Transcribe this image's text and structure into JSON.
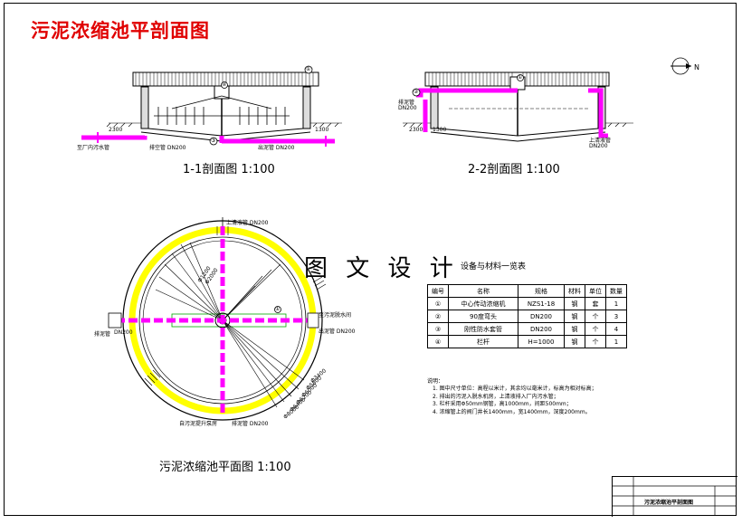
{
  "title": "污泥浓缩池平剖面图",
  "watermark": "图 文 设 计",
  "north_symbol": "N",
  "sections": {
    "s11": {
      "caption": "1-1剖面图 1:100",
      "labels": {
        "left_pipe": "至厂内污水管",
        "drain": "排空管 DN200",
        "outlet": "出泥管 DN200",
        "callout_1": "①",
        "callout_4": "④",
        "callout_3": "③",
        "elev_left": "2300",
        "elev_right": "1300"
      }
    },
    "s22": {
      "caption": "2-2剖面图 1:100",
      "labels": {
        "drain": "排泥管",
        "drain_dn": "DN200",
        "supernatant": "上清液管",
        "supernatant_dn": "DN200",
        "callout_2": "②",
        "callout_1": "①",
        "elev_left": "2300",
        "elev_mid": "1300"
      }
    }
  },
  "plan": {
    "caption": "污泥浓缩池平面图 1:100",
    "labels": {
      "top_pipe": "上清液管 DN200",
      "left_pipe": "排泥管",
      "left_dn": "DN200",
      "right_pipe": "至污泥脱水间",
      "right_dn": "出泥管 DN200",
      "bottom_pipe": "自污泥提升泵房",
      "bottom_dn": "排泥管 DN200",
      "callout_1": "①",
      "dia_1": "Φ1200",
      "dia_2": "Φ2000",
      "dia_3": "Φ3400",
      "dia_4": "Φ5800",
      "dia_5": "Φ6000",
      "dia_6": "Φ6200",
      "dia_7": "Φ6400",
      "dia_8": "Φ8000"
    }
  },
  "equipment": {
    "title": "设备与材料一览表",
    "headers": [
      "编号",
      "名称",
      "规格",
      "材料",
      "单位",
      "数量"
    ],
    "rows": [
      [
        "①",
        "中心传动浓缩机",
        "NZS1-18",
        "钢",
        "套",
        "1"
      ],
      [
        "②",
        "90度弯头",
        "DN200",
        "钢",
        "个",
        "3"
      ],
      [
        "③",
        "刚性防水套管",
        "DN200",
        "钢",
        "个",
        "4"
      ],
      [
        "④",
        "栏杆",
        "H=1000",
        "钢",
        "个",
        "1"
      ]
    ]
  },
  "notes": {
    "heading": "说明：",
    "items": [
      "1. 图中尺寸单位：高程以米计，其余均以毫米计，标高为相对标高；",
      "2. 排出的污泥入脱水机房，上清液排入厂内污水管；",
      "3. 栏杆采用Φ50mm钢管，高1000mm，间距500mm；",
      "4. 浓缩管上的阀门井长1400mm，宽1400mm，深度200mm。"
    ]
  },
  "title_block": {
    "drawing_name": "污泥浓缩池平剖面图"
  }
}
